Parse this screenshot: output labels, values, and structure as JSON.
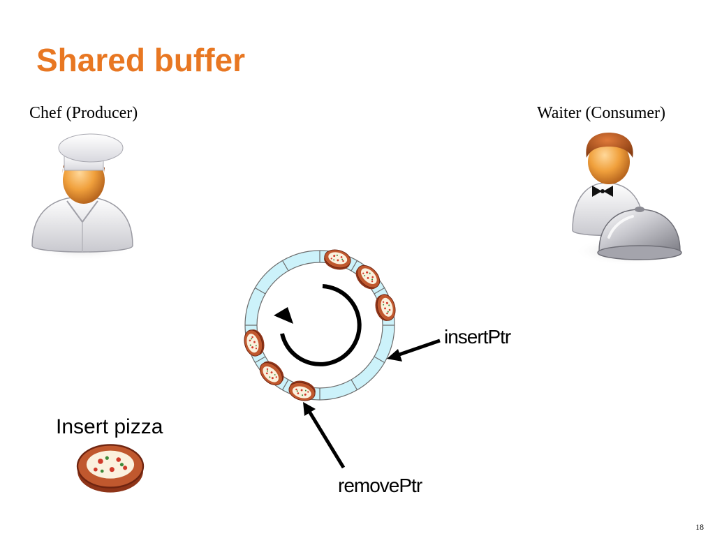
{
  "title": "Shared buffer",
  "producer_label": "Chef (Producer)",
  "consumer_label": "Waiter (Consumer)",
  "insert_label": "Insert pizza",
  "insert_ptr_label": "insertPtr",
  "remove_ptr_label": "removePtr",
  "page_number": "18",
  "colors": {
    "title": "#E87722",
    "buffer_slot": "#CCF2FA",
    "pizza_crust": "#B8502C",
    "pizza_cheese": "#FBF1DE"
  },
  "buffer": {
    "slot_count": 12,
    "filled_slots": [
      0,
      1,
      2,
      6,
      7,
      8
    ]
  }
}
